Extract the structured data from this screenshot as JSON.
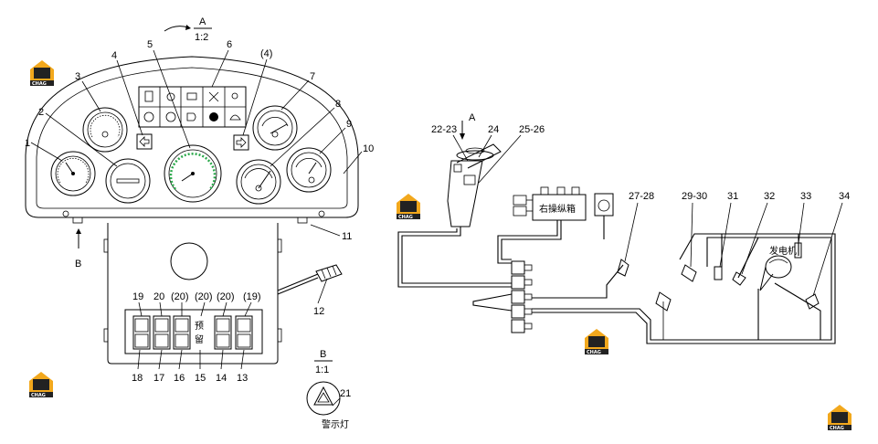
{
  "view_a": {
    "letter": "A",
    "scale": "1:2"
  },
  "view_b": {
    "letter": "B",
    "scale": "1:1",
    "caption": "警示灯"
  },
  "left_callouts": {
    "n1": "1",
    "n2": "2",
    "n3": "3",
    "n4": "4",
    "n5": "5",
    "n6": "6",
    "n4b": "(4)",
    "n7": "7",
    "n8": "8",
    "n9": "9",
    "n10": "10",
    "n11": "11",
    "n12": "12",
    "n13": "13",
    "n14": "14",
    "n15": "15",
    "n16": "16",
    "n17": "17",
    "n18": "18",
    "n19": "19",
    "n20": "20",
    "n20a": "(20)",
    "n20b": "(20)",
    "n20c": "(20)",
    "n19b": "(19)",
    "n21": "21",
    "arrow_b": "B"
  },
  "switch_panel": {
    "reserved_1": "预",
    "reserved_2": "留"
  },
  "right_callouts": {
    "n22_23": "22-23",
    "n24": "24",
    "n25_26": "25-26",
    "arrow_a": "A",
    "n27_28": "27-28",
    "n29_30": "29-30",
    "n31": "31",
    "n32": "32",
    "n33": "33",
    "n34": "34"
  },
  "right_labels": {
    "control_box": "右操纵箱",
    "generator": "发电机"
  },
  "logo": {
    "text": "CHAG"
  },
  "colors": {
    "line": "#000000",
    "gauge_green": "#2aa84a",
    "logo_orange": "#f2a81d",
    "logo_dark": "#222222"
  }
}
